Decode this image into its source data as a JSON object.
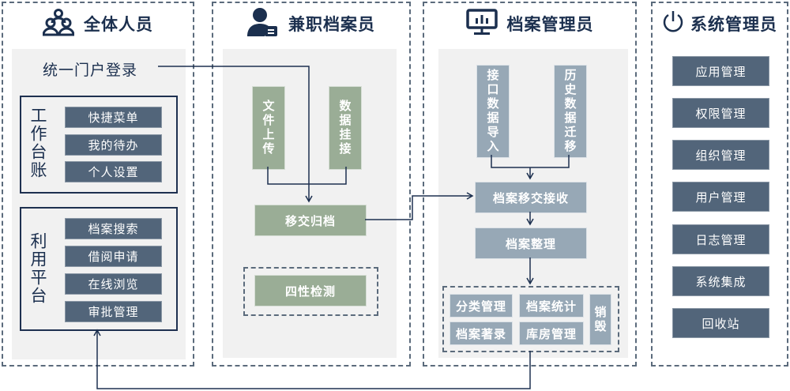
{
  "columns": {
    "all_staff": {
      "title": "全体人员",
      "icon": "users-group-icon",
      "portal_login": "统一门户登录",
      "workbench": {
        "label": "工作台账",
        "items": [
          "快捷菜单",
          "我的待办",
          "个人设置"
        ]
      },
      "usage_platform": {
        "label": "利用平台",
        "items": [
          "档案搜索",
          "借阅申请",
          "在线浏览",
          "审批管理"
        ]
      }
    },
    "part_time_archivist": {
      "title": "兼职档案员",
      "icon": "user-card-icon",
      "file_upload": "文件上传",
      "data_mount": "数据挂接",
      "transfer_archive": "移交归档",
      "four_checks": "四性检测"
    },
    "archive_manager": {
      "title": "档案管理员",
      "icon": "monitor-chart-icon",
      "interface_import": "接口数据导入",
      "history_migration": "历史数据迁移",
      "transfer_receive": "档案移交接收",
      "organize": "档案整理",
      "modules": [
        "分类管理",
        "档案统计",
        "档案著录",
        "库房管理"
      ],
      "destroy": "销毁"
    },
    "system_admin": {
      "title": "系统管理员",
      "icon": "power-icon",
      "items": [
        "应用管理",
        "权限管理",
        "组织管理",
        "用户管理",
        "日志管理",
        "系统集成",
        "回收站"
      ]
    }
  },
  "colors": {
    "navy": "#1b2f4e",
    "dark_button": "#52657a",
    "green_button": "#9aad96",
    "grey_button": "#97a8b6",
    "panel": "#f1f1f1",
    "dashed_border": "#5b6b7c"
  }
}
